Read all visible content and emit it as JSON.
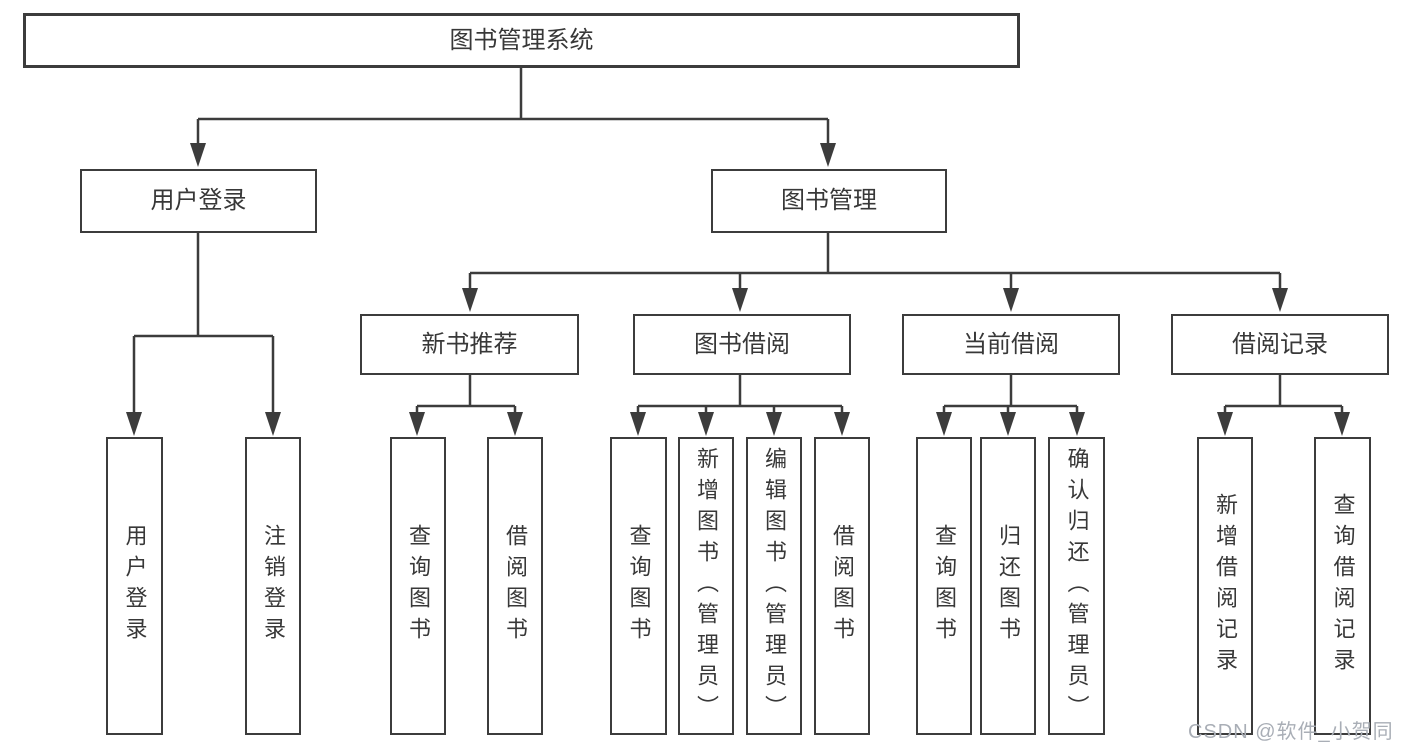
{
  "diagram": {
    "root": {
      "label": "图书管理系统"
    },
    "level2": [
      {
        "label": "用户登录"
      },
      {
        "label": "图书管理"
      }
    ],
    "level3": [
      {
        "label": "新书推荐"
      },
      {
        "label": "图书借阅"
      },
      {
        "label": "当前借阅"
      },
      {
        "label": "借阅记录"
      }
    ],
    "leaves": [
      {
        "label": "用户登录"
      },
      {
        "label": "注销登录"
      },
      {
        "label": "查询图书"
      },
      {
        "label": "借阅图书"
      },
      {
        "label": "查询图书"
      },
      {
        "label": "新增图书（管理员）"
      },
      {
        "label": "编辑图书（管理员）"
      },
      {
        "label": "借阅图书"
      },
      {
        "label": "查询图书"
      },
      {
        "label": "归还图书"
      },
      {
        "label": "确认归还（管理员）"
      },
      {
        "label": "新增借阅记录"
      },
      {
        "label": "查询借阅记录"
      }
    ]
  },
  "watermark": {
    "text": "CSDN @软件_小贺同学"
  },
  "colors": {
    "line": "#3c3c3c",
    "text": "#383838",
    "watermark": "#a9aeb6",
    "background": "#ffffff"
  }
}
